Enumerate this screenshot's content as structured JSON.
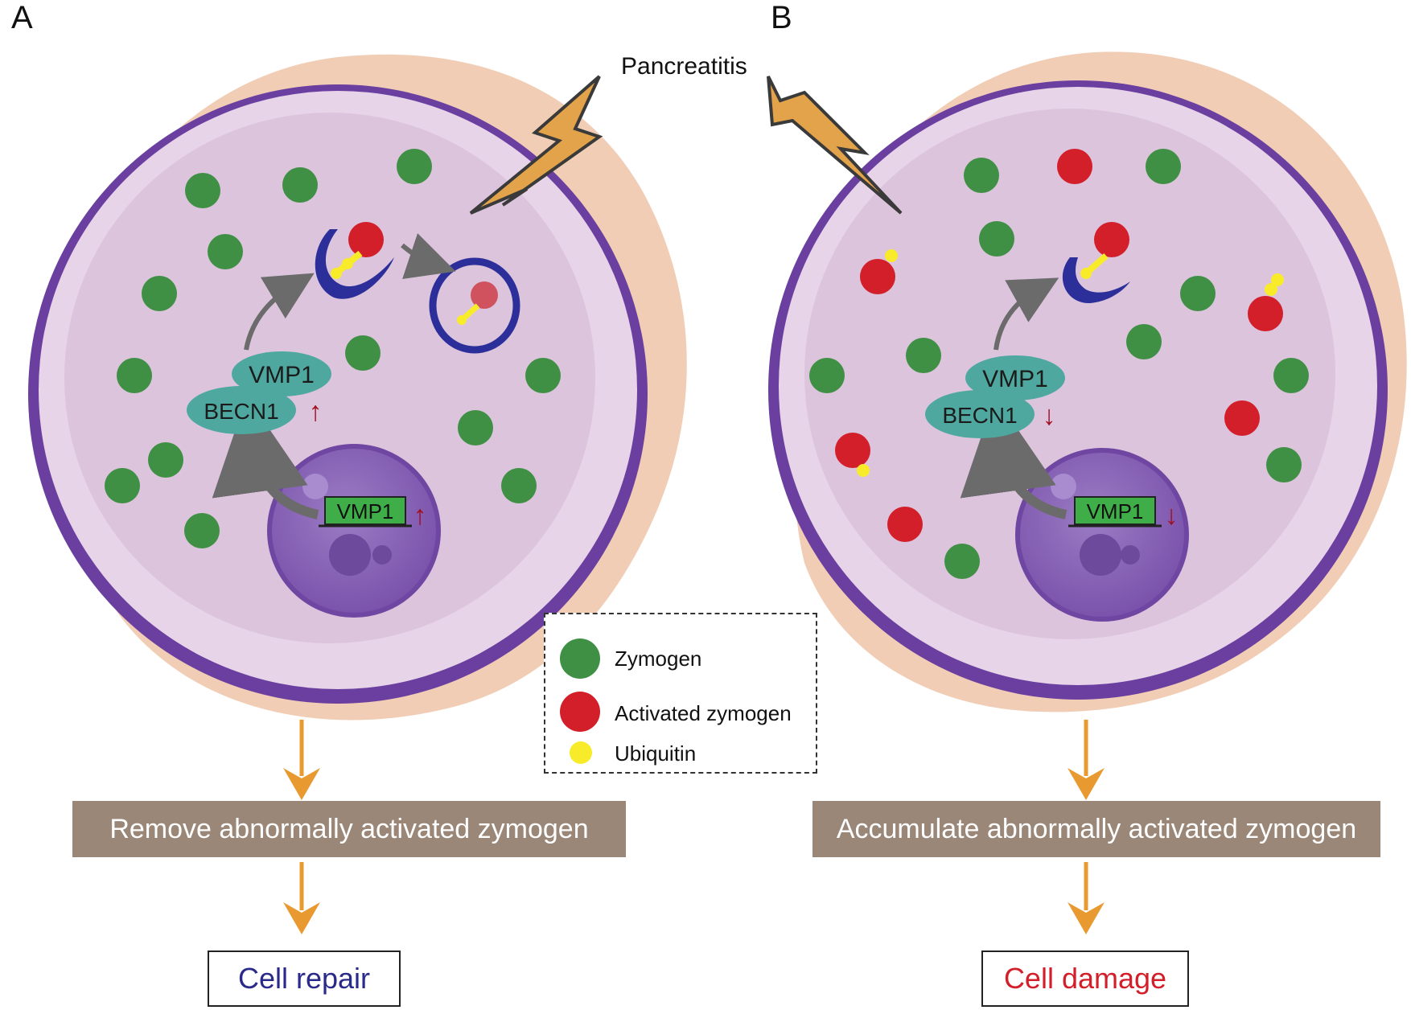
{
  "figure": {
    "panel_a_label": "A",
    "panel_b_label": "B",
    "trigger_label": "Pancreatitis"
  },
  "panel_a": {
    "becn1_label": "BECN1",
    "vmp1_protein_label": "VMP1",
    "vmp1_gene_label": "VMP1",
    "regulation_arrow": "↑",
    "gene_arrow": "↑",
    "process_text": "Remove abnormally activated zymogen",
    "outcome_text": "Cell repair"
  },
  "panel_b": {
    "becn1_label": "BECN1",
    "vmp1_protein_label": "VMP1",
    "vmp1_gene_label": "VMP1",
    "regulation_arrow": "↓",
    "gene_arrow": "↓",
    "process_text": "Accumulate abnormally activated zymogen",
    "outcome_text": "Cell damage"
  },
  "legend": {
    "items": [
      {
        "label": "Zymogen",
        "color": "#3f9044"
      },
      {
        "label": "Activated zymogen",
        "color": "#d21f2a"
      },
      {
        "label": "Ubiquitin",
        "color": "#f8ec2a"
      }
    ]
  },
  "colors": {
    "cell_outer": "#f1cdb5",
    "cytoplasm": "#e0c9e0",
    "membrane": "#6a3fa0",
    "nucleus": "#8a65b5",
    "zymogen": "#3f9044",
    "activated_zymogen": "#d21f2a",
    "ubiquitin": "#f8ec2a",
    "protein": "#4fa8a0",
    "gene_box": "#3fae49",
    "arrow_orange": "#e89a30",
    "process_box": "#9a8778",
    "repair_text": "#2a2a8a",
    "damage_text": "#d21f2a",
    "up_down_arrow": "#a01020",
    "lightning": "#e3a34a"
  }
}
